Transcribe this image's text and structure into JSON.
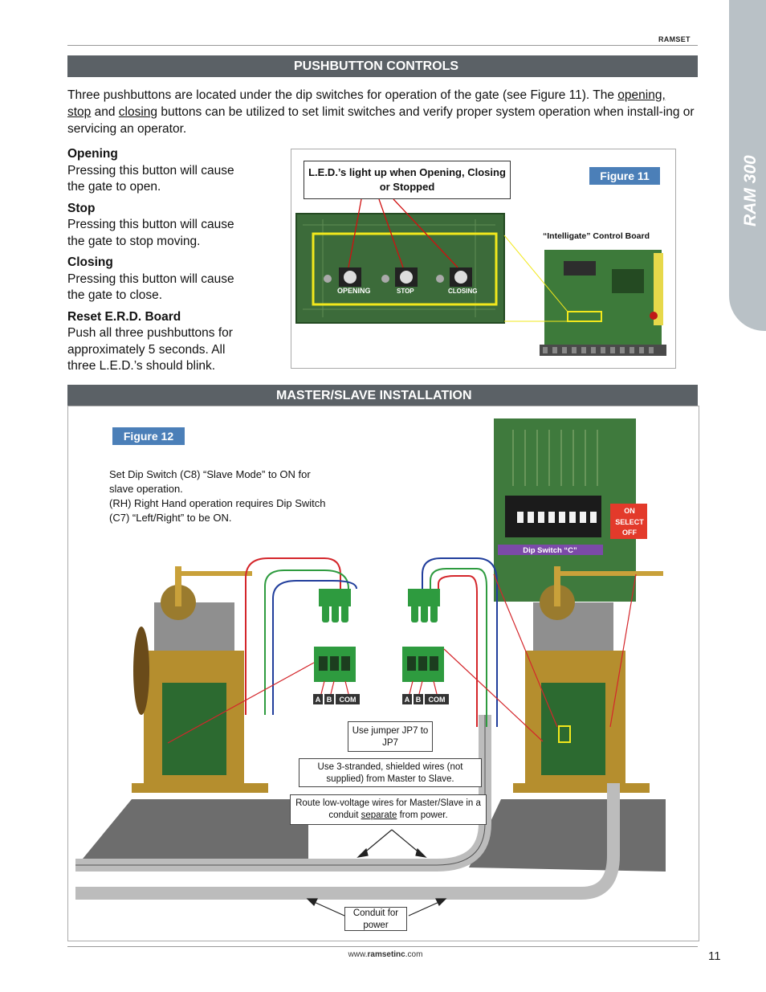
{
  "header": {
    "brand": "RAMSET",
    "side_tab": "RAM 300"
  },
  "pushbutton": {
    "title": "PUSHBUTTON CONTROLS",
    "intro_1": "Three pushbuttons are located under the dip switches for operation of the gate (see Figure 11). The ",
    "intro_link_1": "opening,",
    "intro_link_1b": "stop",
    "intro_2": " and ",
    "intro_link_2": "closing",
    "intro_3": " buttons can be utilized to set limit switches and verify proper system operation when install-ing or servicing an operator.",
    "items": [
      {
        "heading": "Opening",
        "text": "Pressing this button will cause the gate to open."
      },
      {
        "heading": "Stop",
        "text": "Pressing this button will cause the gate to stop moving."
      },
      {
        "heading": "Closing",
        "text": "Pressing this button will cause the gate to close."
      },
      {
        "heading": "Reset E.R.D. Board",
        "text": "Push all three pushbuttons for approximately 5 seconds. All three L.E.D.’s should blink."
      }
    ]
  },
  "figure11": {
    "badge": "Figure 11",
    "led_note": "L.E.D.’s light up when Opening, Closing or Stopped",
    "board_caption": "“Intelligate” Control Board",
    "buttons": [
      "OPENING",
      "STOP",
      "CLOSING"
    ]
  },
  "masterslave": {
    "title": "MASTER/SLAVE INSTALLATION",
    "badge": "Figure 12",
    "note_lines": [
      "Set Dip Switch (C8) “Slave Mode” to ON for",
      "slave operation.",
      "(RH) Right Hand operation requires Dip Switch",
      "(C7) “Left/Right” to be ON."
    ],
    "dip_caption": "Dip Switch “C”",
    "dip_labels": [
      "ON",
      "SELECT",
      "OFF"
    ],
    "terminal_labels": [
      "A",
      "B",
      "COM"
    ],
    "callout_jumper": "Use jumper JP7 to JP7",
    "callout_wires": "Use 3-stranded, shielded wires (not supplied) from Master to Slave.",
    "callout_route_1": "Route low-voltage wires for Master/Slave in a conduit ",
    "callout_route_u": "separate",
    "callout_route_2": " from power.",
    "callout_conduit": "Conduit for power"
  },
  "footer": {
    "site_prefix": "www.",
    "site_bold": "ramsetinc",
    "site_suffix": ".com",
    "page": "11"
  }
}
